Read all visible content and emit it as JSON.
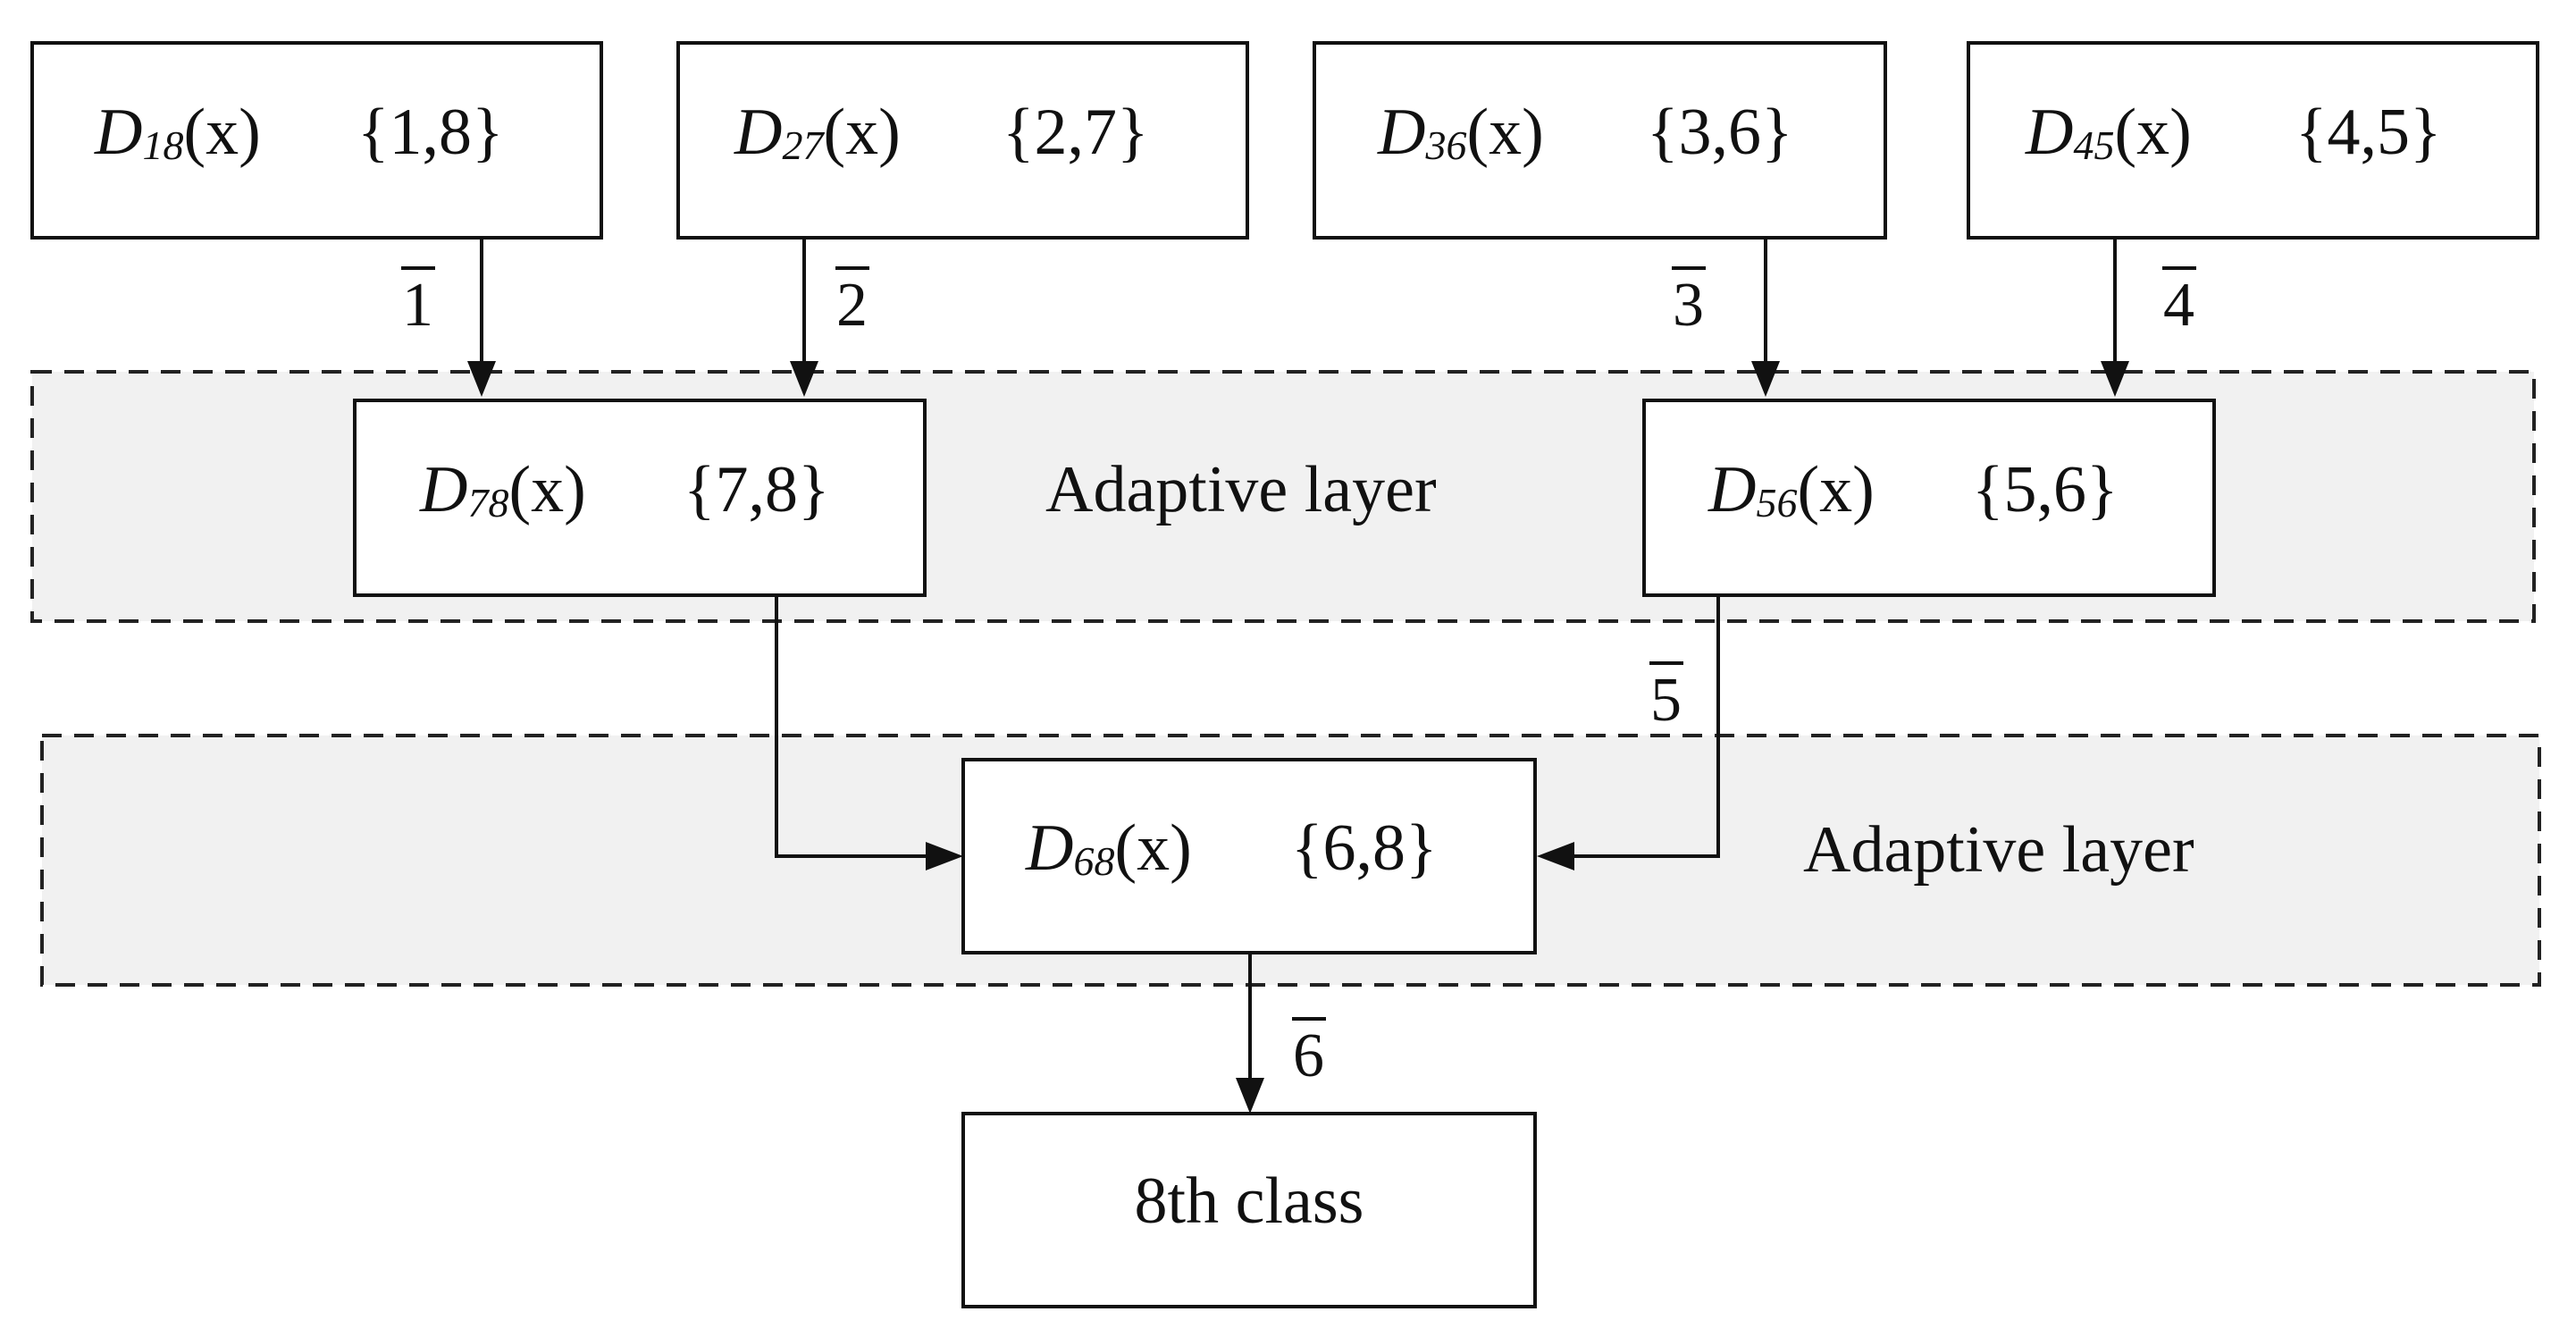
{
  "classifier_nodes": [
    {
      "id": "d18",
      "fn": "D",
      "sub": "18",
      "arg": "(x)",
      "set": "{1,8}"
    },
    {
      "id": "d27",
      "fn": "D",
      "sub": "27",
      "arg": "(x)",
      "set": "{2,7}"
    },
    {
      "id": "d36",
      "fn": "D",
      "sub": "36",
      "arg": "(x)",
      "set": "{3,6}"
    },
    {
      "id": "d45",
      "fn": "D",
      "sub": "45",
      "arg": "(x)",
      "set": "{4,5}"
    },
    {
      "id": "d78",
      "fn": "D",
      "sub": "78",
      "arg": "(x)",
      "set": "{7,8}"
    },
    {
      "id": "d56",
      "fn": "D",
      "sub": "56",
      "arg": "(x)",
      "set": "{5,6}"
    },
    {
      "id": "d68",
      "fn": "D",
      "sub": "68",
      "arg": "(x)",
      "set": "{6,8}"
    }
  ],
  "layers": [
    {
      "label": "Adaptive layer"
    },
    {
      "label": "Adaptive layer"
    }
  ],
  "edge_labels": [
    "1",
    "2",
    "3",
    "4",
    "5",
    "6"
  ],
  "output_node": {
    "label": "8th class"
  },
  "edges": [
    {
      "from": "d18",
      "to": "d78",
      "label": "1"
    },
    {
      "from": "d27",
      "to": "d78",
      "label": "2"
    },
    {
      "from": "d36",
      "to": "d56",
      "label": "3"
    },
    {
      "from": "d45",
      "to": "d56",
      "label": "4"
    },
    {
      "from": "d78",
      "to": "d68",
      "label": ""
    },
    {
      "from": "d56",
      "to": "d68",
      "label": "5"
    },
    {
      "from": "d68",
      "to": "output",
      "label": "6"
    }
  ]
}
